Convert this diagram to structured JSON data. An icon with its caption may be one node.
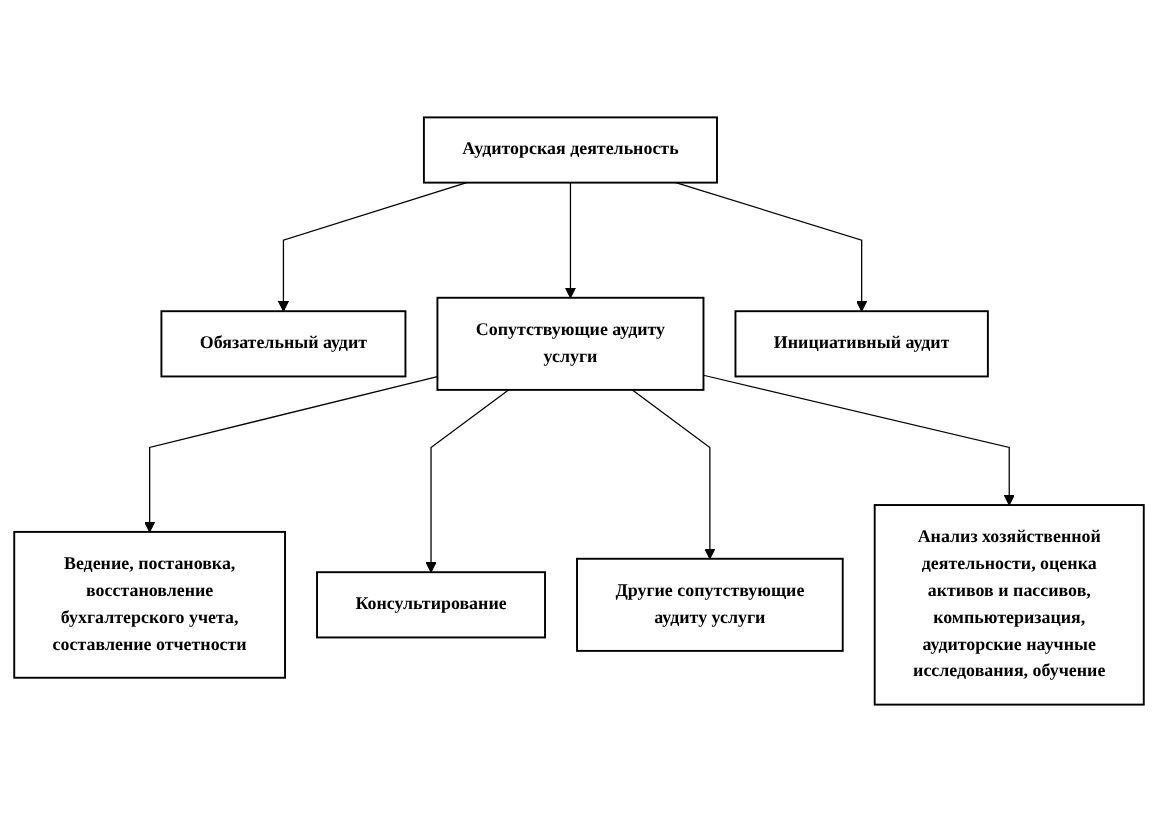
{
  "diagram": {
    "nodes": [
      {
        "text": [
          "Аудиторская деятельность"
        ]
      },
      {
        "text": [
          "Обязательный аудит"
        ]
      },
      {
        "text": [
          "Сопутствующие аудиту услуги"
        ]
      },
      {
        "text": [
          "Инициативный аудит"
        ]
      },
      {
        "text": [
          "Ведение, постановка, восстановление бухгалтерского учета, составление отчетности"
        ]
      },
      {
        "text": [
          "Консультирование"
        ]
      },
      {
        "text": [
          "Анализ хозяйственной деятельности, оценка активов и пассивов, компьютеризация, аудиторские научные исследования, обучение"
        ]
      },
      {
        "text": [
          "Другие сопутствующие аудиту услуги"
        ]
      }
    ],
    "edges": [
      {
        "from": 0,
        "to": 1,
        "arrow": "to"
      },
      {
        "from": 0,
        "to": 2,
        "arrow": "to"
      },
      {
        "from": 0,
        "to": 3,
        "arrow": "to"
      },
      {
        "from": 2,
        "to": 4,
        "arrow": "to"
      },
      {
        "from": 2,
        "to": 5,
        "arrow": "to"
      },
      {
        "from": 2,
        "to": 7,
        "arrow": "to"
      },
      {
        "from": 2,
        "to": 6,
        "arrow": "to"
      }
    ]
  }
}
